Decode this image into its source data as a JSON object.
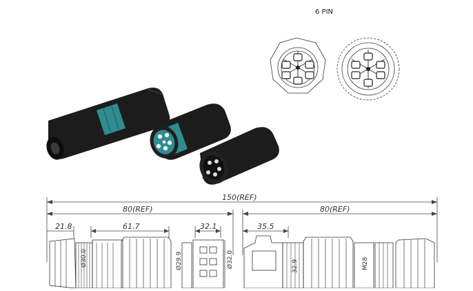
{
  "title": "6 PIN",
  "dimensions": {
    "overall": "150(REF)",
    "left_half": "80(REF)",
    "right_half": "80(REF)",
    "d1": "21.8",
    "d2": "61.7",
    "d3": "32.1",
    "d4": "35.5",
    "dia1": "Ø30.0",
    "dia2": "Ø29.9",
    "dia3": "Ø32.0",
    "h1": "32.9",
    "thread": "M28"
  },
  "colors": {
    "connector_body": "#1c1c1c",
    "accent_ring": "#2f8c8f",
    "line": "#444444"
  }
}
